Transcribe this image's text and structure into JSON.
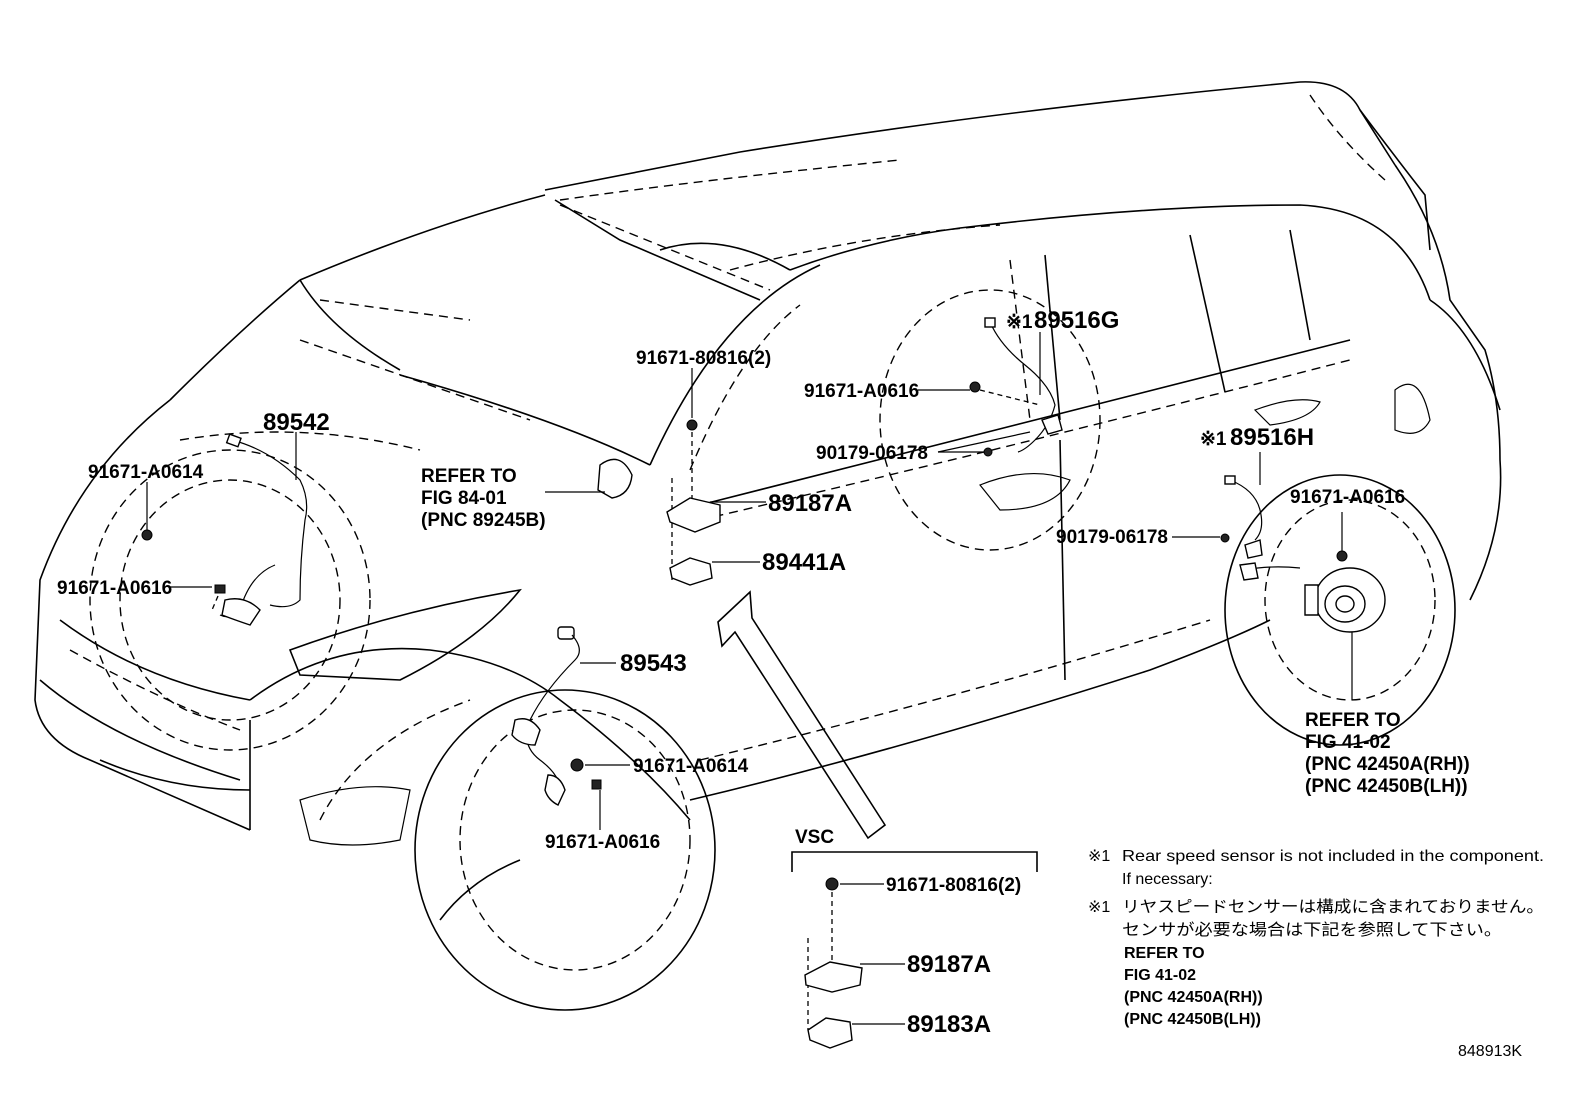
{
  "diagram": {
    "callouts": {
      "p_89542": "89542",
      "p_91671_A0614_front": "91671-A0614",
      "p_91671_A0616_front": "91671-A0616",
      "p_refer_84": "REFER TO",
      "p_fig_84": "FIG 84-01",
      "p_pnc_89245": "(PNC 89245B)",
      "p_91671_80816": "91671-80816(2)",
      "p_89187A": "89187A",
      "p_89441A": "89441A",
      "p_89543": "89543",
      "p_91671_A0614_mid": "91671-A0614",
      "p_91671_A0616_mid": "91671-A0616",
      "p_89516G_mark": "※1",
      "p_89516G": "89516G",
      "p_91671_A0616_upper": "91671-A0616",
      "p_90179_upper": "90179-06178",
      "p_89516H_mark": "※1",
      "p_89516H": "89516H",
      "p_91671_A0616_rear": "91671-A0616",
      "p_90179_rear": "90179-06178",
      "p_refer_41": "REFER TO",
      "p_fig_41": "FIG 41-02",
      "p_pnc_42450A": "(PNC 42450A(RH))",
      "p_pnc_42450B": "(PNC 42450B(LH))"
    },
    "vsc": {
      "title": "VSC",
      "bolt": "91671-80816(2)",
      "bracket": "89187A",
      "sensor": "89183A"
    },
    "notes": {
      "mark1": "※1",
      "en_line1": "Rear speed sensor is not included in the component.",
      "en_line2": "If necessary:",
      "mark2": "※1",
      "jp_line1": "リヤスピードセンサーは構成に含まれておりません。",
      "jp_line2": "センサが必要な場合は下記を参照して下さい。",
      "refer": "REFER TO",
      "fig": "FIG 41-02",
      "pnc_a": "(PNC 42450A(RH))",
      "pnc_b": "(PNC 42450B(LH))"
    },
    "illustration_id": "848913K"
  }
}
